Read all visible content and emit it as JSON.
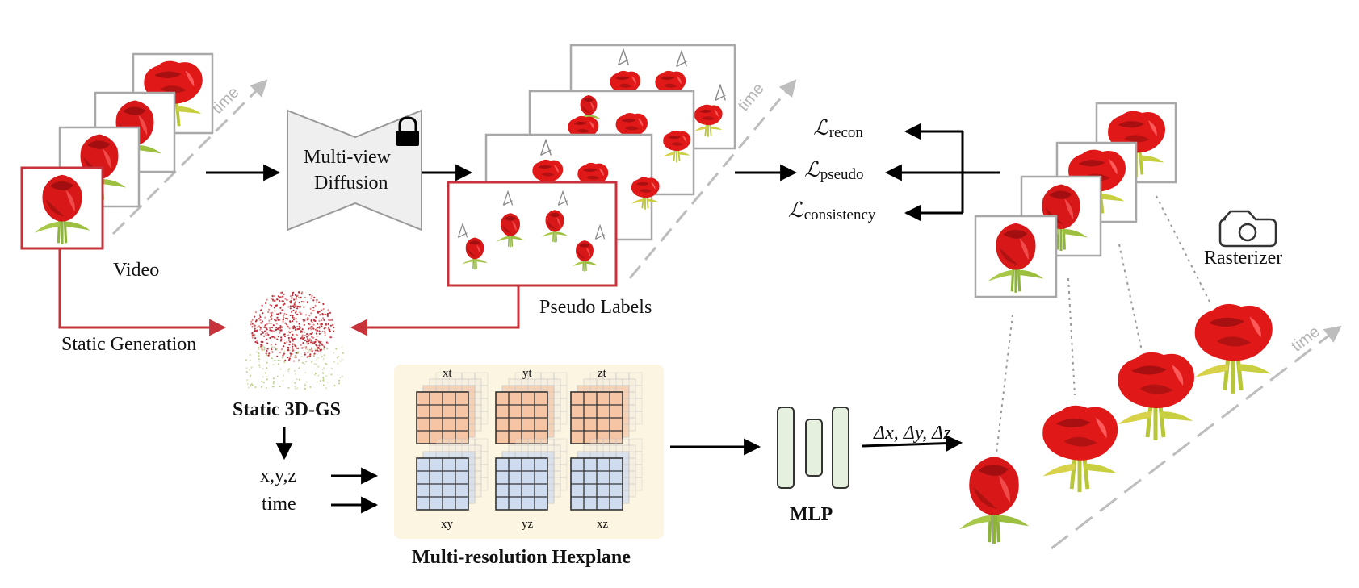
{
  "labels": {
    "video": "Video",
    "time_video": "time",
    "diffusion_line1": "Multi-view",
    "diffusion_line2": "Diffusion",
    "pseudo_labels": "Pseudo Labels",
    "time_pseudo": "time",
    "static_generation": "Static Generation",
    "static_3dgs": "Static 3D-GS",
    "xyz": "x,y,z",
    "time_input": "time",
    "hexplane_title": "Multi-resolution Hexplane",
    "plane_xt": "xt",
    "plane_yt": "yt",
    "plane_zt": "zt",
    "plane_xy": "xy",
    "plane_yz": "yz",
    "plane_xz": "xz",
    "mlp": "MLP",
    "delta": "Δx, Δy, Δz",
    "rasterizer": "Rasterizer",
    "time_output": "time"
  },
  "losses": [
    {
      "symbol": "ℒ",
      "sub": "recon"
    },
    {
      "symbol": "ℒ",
      "sub": "pseudo"
    },
    {
      "symbol": "ℒ",
      "sub": "consistency"
    }
  ],
  "colors": {
    "highlight_red": "#c8323a",
    "rose_red": "#d81818",
    "frame_gray": "#a8a8a8",
    "time_gray": "#bdbdbd",
    "hexplane_bg": "#fcf5e2",
    "plane_orange": "#f5c5a5",
    "plane_blue": "#cfdcf0",
    "mlp_green": "#e6f0df",
    "diffusion_gray": "#efefef"
  }
}
